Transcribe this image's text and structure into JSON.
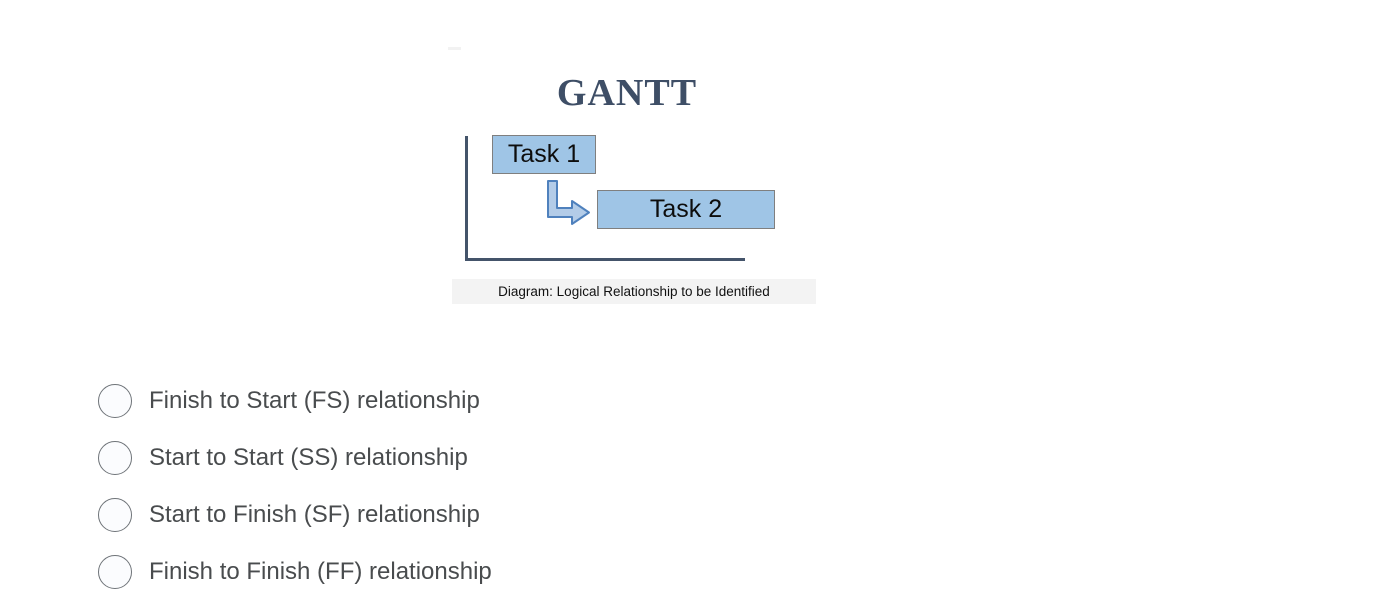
{
  "diagram": {
    "title": "GANTT",
    "task1": "Task 1",
    "task2": "Task 2",
    "caption": "Diagram: Logical Relationship to be Identified",
    "colors": {
      "title_text": "#3e4e66",
      "axis": "#44546a",
      "bar_fill": "#9fc5e6",
      "bar_border": "#7f7f7f",
      "arrow_fill": "#b3cce8",
      "arrow_stroke": "#4f81bd",
      "caption_bg": "#f3f3f3"
    }
  },
  "options": [
    {
      "label": "Finish to Start (FS) relationship",
      "selected": false
    },
    {
      "label": "Start to Start (SS) relationship",
      "selected": false
    },
    {
      "label": "Start to Finish (SF) relationship",
      "selected": false
    },
    {
      "label": "Finish to Finish (FF) relationship",
      "selected": false
    }
  ]
}
